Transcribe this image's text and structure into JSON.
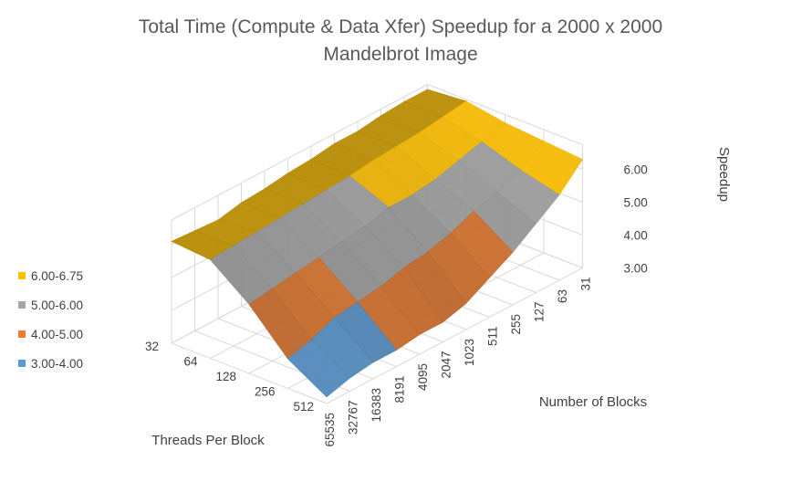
{
  "chart_data": {
    "type": "surface",
    "title": "Total Time (Compute & Data Xfer) Speedup for a 2000 x 2000 Mandelbrot Image",
    "title_lines": [
      "Total Time (Compute & Data Xfer) Speedup for a 2000 x 2000",
      "Mandelbrot Image"
    ],
    "xlabel": "Threads Per Block",
    "ylabel": "Number of Blocks",
    "zlabel": "Speedup",
    "threads_per_block": [
      "32",
      "64",
      "128",
      "256",
      "512"
    ],
    "number_of_blocks": [
      "65535",
      "32767",
      "16383",
      "8191",
      "4095",
      "2047",
      "1023",
      "511",
      "255",
      "127",
      "63",
      "31"
    ],
    "z_ticks": [
      "3.00",
      "4.00",
      "5.00",
      "6.00"
    ],
    "z_range": [
      3.0,
      6.75
    ],
    "speedup": [
      [
        6.1,
        6.05,
        6.0,
        6.15,
        6.2,
        6.3,
        6.35,
        6.45,
        6.45,
        6.55,
        6.6,
        6.6
      ],
      [
        6.0,
        6.05,
        6.1,
        6.15,
        6.2,
        6.25,
        6.3,
        6.4,
        6.45,
        6.5,
        6.6,
        6.7
      ],
      [
        5.1,
        5.2,
        5.3,
        5.4,
        5.5,
        5.6,
        5.8,
        5.8,
        5.9,
        6.1,
        6.3,
        6.5
      ],
      [
        3.9,
        4.1,
        4.4,
        4.5,
        4.6,
        4.8,
        4.9,
        5.1,
        5.4,
        5.6,
        5.9,
        6.4
      ],
      [
        3.2,
        3.4,
        3.5,
        3.5,
        3.6,
        3.6,
        3.8,
        4.2,
        4.6,
        5.1,
        5.6,
        6.3
      ]
    ],
    "legend": [
      {
        "label": "6.00-6.75",
        "color": "#ffc000"
      },
      {
        "label": "5.00-6.00",
        "color": "#a5a5a5"
      },
      {
        "label": "4.00-5.00",
        "color": "#ed7d31"
      },
      {
        "label": "3.00-4.00",
        "color": "#5b9bd5"
      }
    ],
    "legend_position": "left",
    "grid": true
  }
}
